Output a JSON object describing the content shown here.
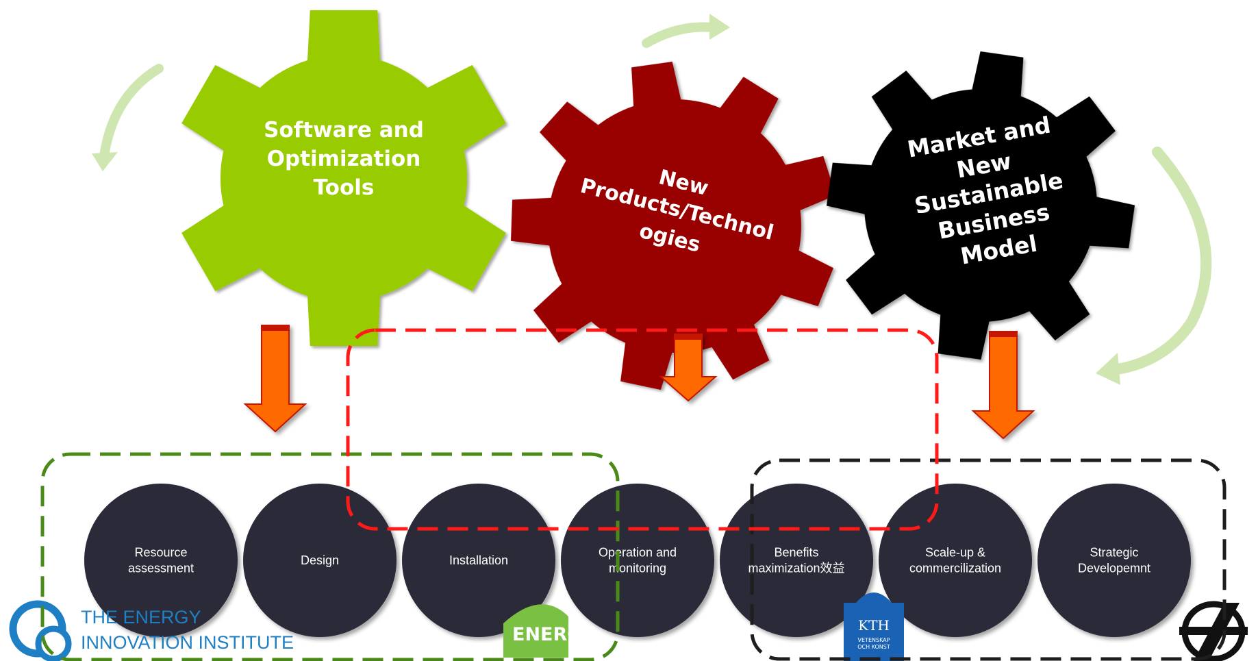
{
  "gears": [
    {
      "id": "software",
      "lines": [
        "Software and",
        "Optimization",
        "Tools"
      ],
      "color": "#99cc00"
    },
    {
      "id": "products",
      "lines": [
        "New",
        "Products/Technol",
        "ogies"
      ],
      "color": "#990000"
    },
    {
      "id": "market",
      "lines": [
        "Market and",
        "New",
        "Sustainable",
        "Business",
        "Model"
      ],
      "color": "#000000"
    }
  ],
  "stages": [
    {
      "id": "resource-assessment",
      "lines": [
        "Resource",
        "assessment"
      ]
    },
    {
      "id": "design",
      "lines": [
        "Design"
      ]
    },
    {
      "id": "installation",
      "lines": [
        "Installation"
      ]
    },
    {
      "id": "operation-monitoring",
      "lines": [
        "Operation and",
        "monitoring"
      ]
    },
    {
      "id": "benefits-maximization",
      "lines": [
        "Benefits",
        "maximization效益"
      ]
    },
    {
      "id": "scale-up",
      "lines": [
        "Scale-up &",
        "commercilization"
      ]
    },
    {
      "id": "strategic-development",
      "lines": [
        "Strategic",
        "Developemnt"
      ]
    }
  ],
  "colors": {
    "circle_fill": "#2a2b38",
    "arrow_fill": "#ff6a00",
    "arrow_stroke": "#c41200",
    "cycle_arrow": "#cfe6b0",
    "green_group": "#4a8a18",
    "red_group": "#ff1a1a",
    "black_group": "#1e1e1e",
    "logo_blue": "#1f7fc4"
  },
  "logos": {
    "institute_line1": "THE ENERGY",
    "institute_line2": "INNOVATION INSTITUTE",
    "energy_word": "ENERGY",
    "kth_name": "KTH",
    "kth_sub1": "VETENSKAP",
    "kth_sub2": "OCH KONST"
  }
}
